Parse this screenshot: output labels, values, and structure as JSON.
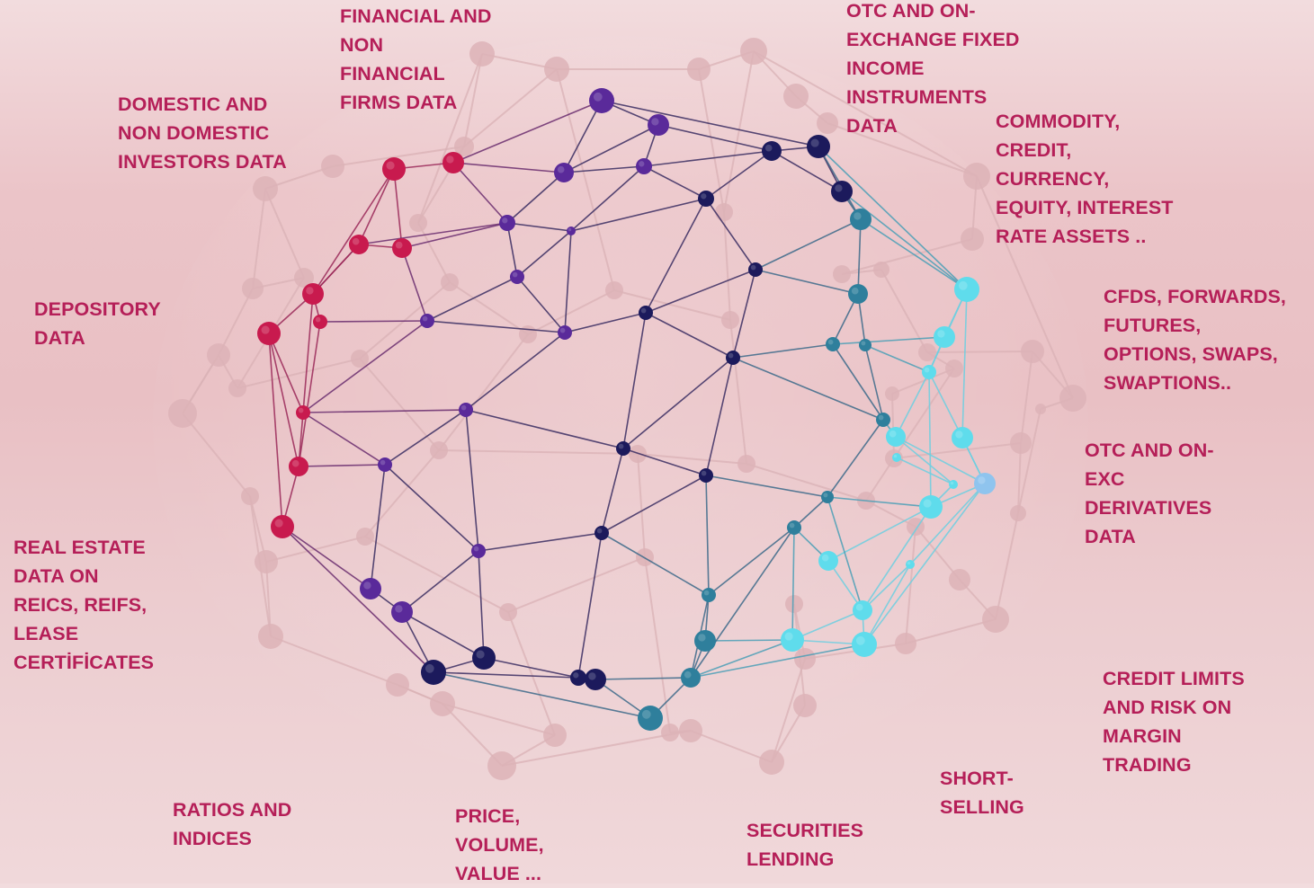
{
  "labels": {
    "financial_firms": "FINANCIAL AND\nNON\nFINANCIAL\nFIRMS DATA",
    "otc_fixed_income": "OTC AND ON-\nEXCHANGE  FIXED\nINCOME\nINSTRUMENTS\nDATA",
    "domestic_investors": "DOMESTIC AND\nNON DOMESTIC\nINVESTORS DATA",
    "commodity_assets": "COMMODITY,\nCREDIT,\nCURRENCY,\nEQUITY, INTEREST\nRATE ASSETS ..",
    "derivative_instruments": "CFDS, FORWARDS,\nFUTURES,\nOPTIONS, SWAPS,\nSWAPTIONS..",
    "depository": "DEPOSITORY\nDATA",
    "otc_derivatives": "OTC AND ON-\nEXC\nDERIVATIVES\nDATA",
    "real_estate": "REAL ESTATE\nDATA ON\nREICS, REIFS,\nLEASE\nCERTİFİCATES",
    "credit_limits": "CREDIT LIMITS\nAND RISK ON\nMARGIN\nTRADING",
    "short_selling": "SHORT-\nSELLING",
    "ratios_indices": "RATIOS AND\nINDICES",
    "price_volume": "PRICE,\nVOLUME,\nVALUE ...",
    "securities_lending": "SECURITIES\nLENDING"
  },
  "colors": {
    "label_text": "#b51f58",
    "node_crimson": "#c81a4e",
    "node_purple": "#5a2a9a",
    "node_navy": "#1c1a5c",
    "node_teal": "#2f7f9c",
    "node_cyan": "#5fdcec",
    "node_ghost": "#ddb3b7",
    "edge_dark": "#3a2d62",
    "edge_ghost": "#d9b1b6"
  }
}
